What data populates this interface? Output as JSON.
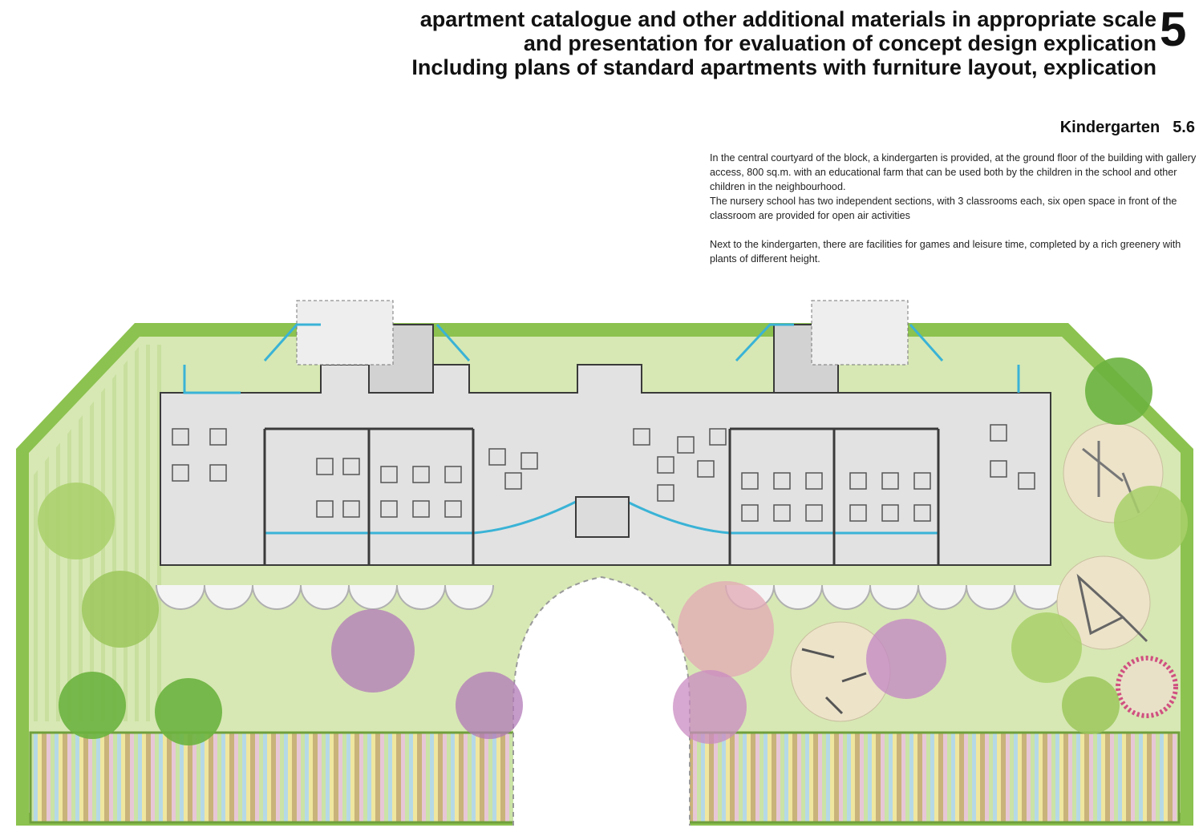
{
  "header": {
    "line1": "apartment catalogue and other additional materials in appropriate scale",
    "line2": "and presentation for evaluation of concept design explication",
    "line3": "Including plans of standard apartments with furniture layout, explication",
    "chapter_number": "5"
  },
  "section": {
    "title": "Kindergarten",
    "number": "5.6"
  },
  "description": {
    "p1": "In the central courtyard of the block, a kindergarten is provided, at the ground floor of the building with gallery access, 800 sq.m. with an educational farm that can be used both by the children in the school and other children in the neighbourhood.",
    "p2": "The nursery school has two independent sections, with 3 classrooms each, six open space in front of the classroom are provided for open air activities",
    "p3": "Next to the kindergarten, there are facilities for games and leisure time, completed by a rich greenery with plants of different height."
  },
  "colors": {
    "lawn": "#d7e8b4",
    "hedge": "#8cc24f",
    "floor": "#e2e2e2",
    "glass": "#3ab3d6",
    "wall": "#3a3a3a",
    "playground": "#ece3c9"
  }
}
